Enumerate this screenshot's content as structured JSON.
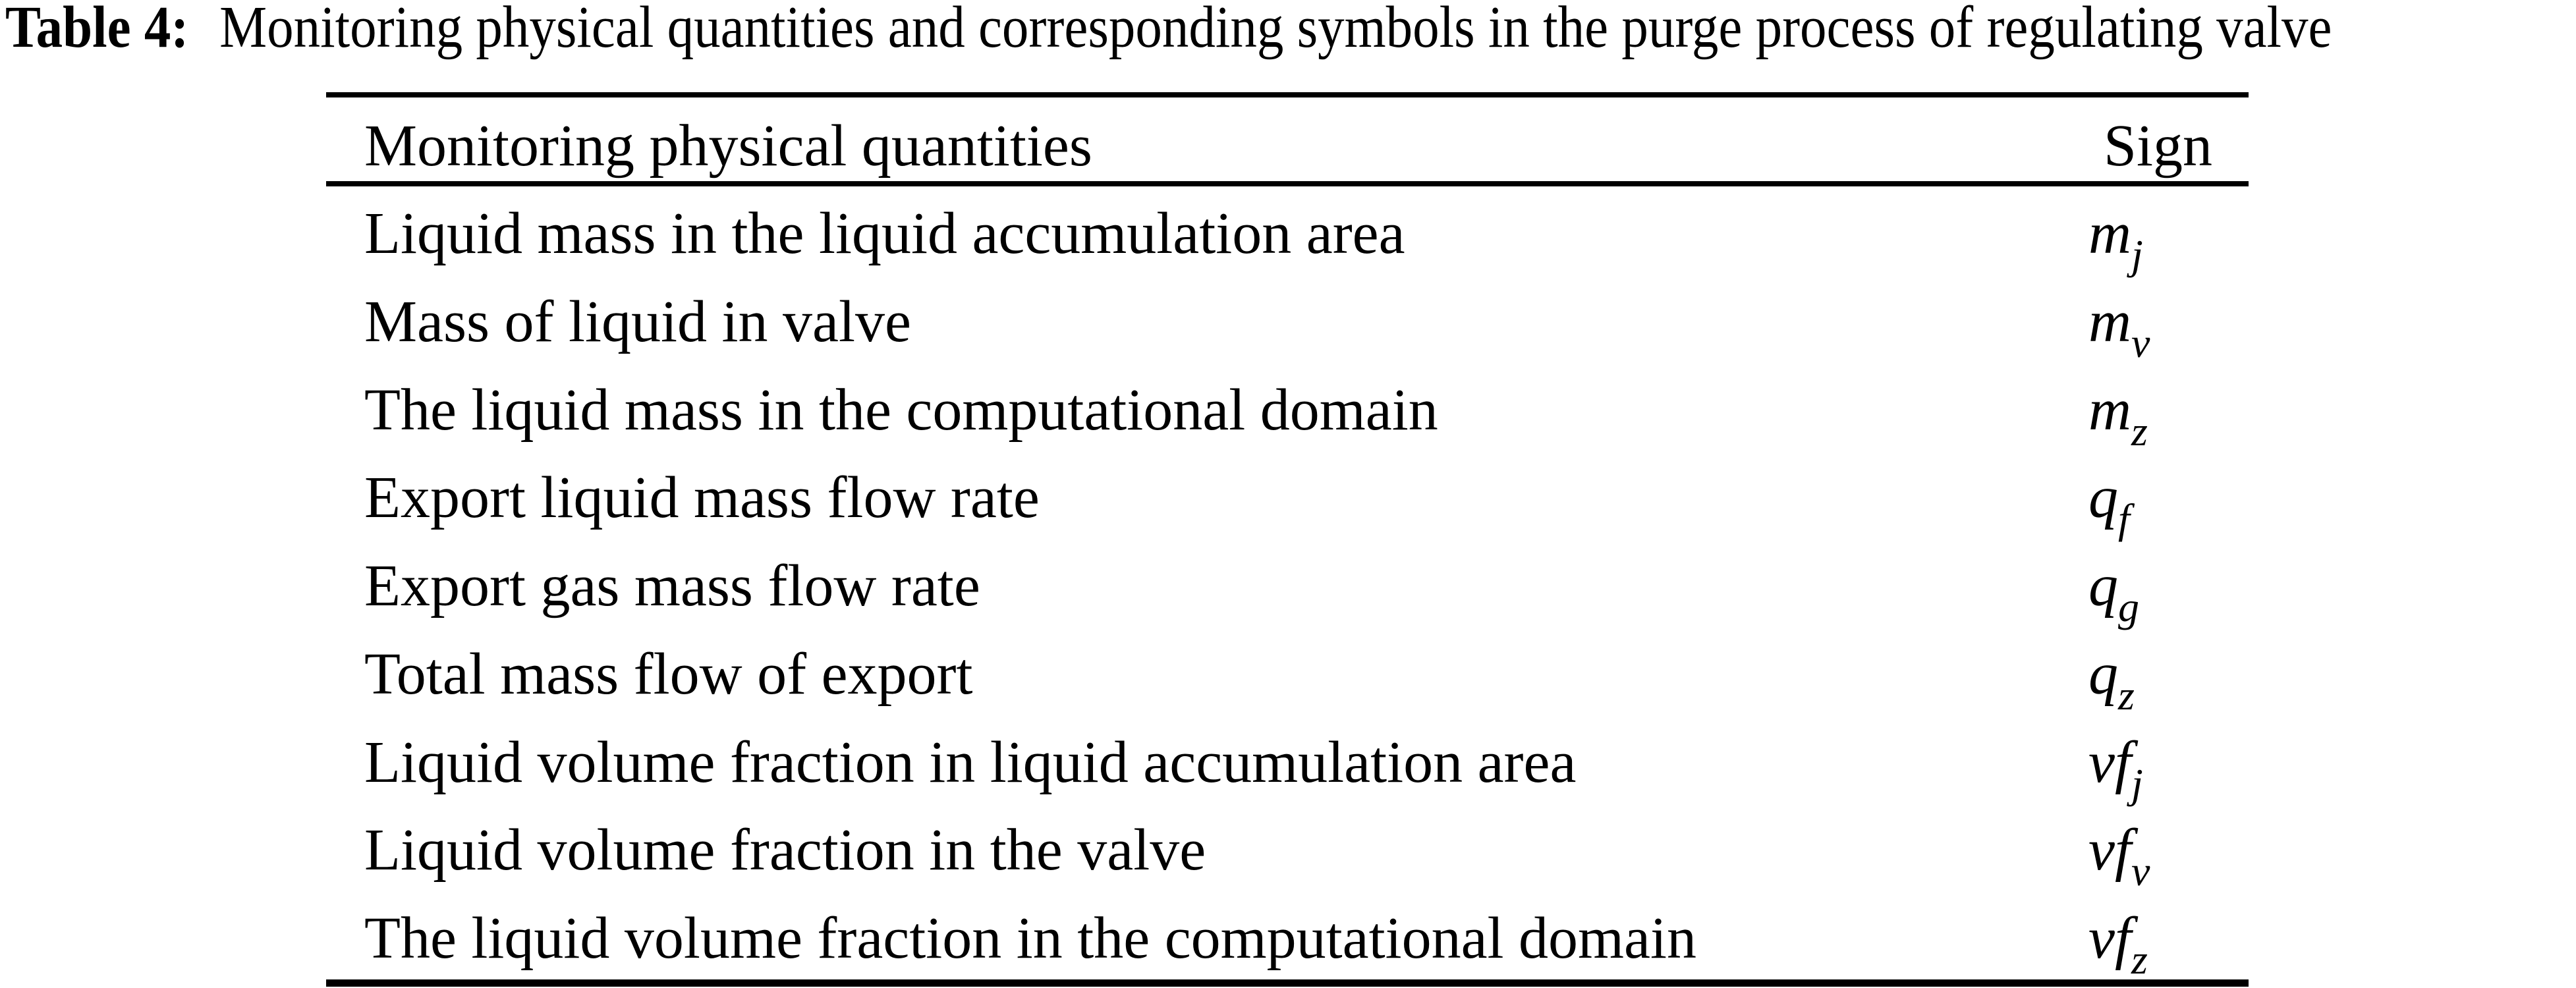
{
  "caption": {
    "label": "Table 4:",
    "text": "Monitoring physical quantities and corresponding symbols in the purge process of regulating valve"
  },
  "table": {
    "header": {
      "quantities": "Monitoring physical quantities",
      "sign": "Sign"
    },
    "rows": [
      {
        "quantity": "Liquid mass in the liquid accumulation area",
        "sign_base": "m",
        "sign_sub": "j"
      },
      {
        "quantity": "Mass of liquid in valve",
        "sign_base": "m",
        "sign_sub": "v"
      },
      {
        "quantity": "The liquid mass in the computational domain",
        "sign_base": "m",
        "sign_sub": "z"
      },
      {
        "quantity": "Export liquid mass flow rate",
        "sign_base": "q",
        "sign_sub": "f"
      },
      {
        "quantity": "Export gas mass flow rate",
        "sign_base": "q",
        "sign_sub": "g"
      },
      {
        "quantity": "Total mass flow of export",
        "sign_base": "q",
        "sign_sub": "z"
      },
      {
        "quantity": "Liquid volume fraction in liquid accumulation area",
        "sign_base": "vf",
        "sign_sub": "j"
      },
      {
        "quantity": "Liquid volume fraction in the valve",
        "sign_base": "vf",
        "sign_sub": "v"
      },
      {
        "quantity": "The liquid volume fraction in the computational domain",
        "sign_base": "vf",
        "sign_sub": "z"
      }
    ]
  },
  "colors": {
    "text": "#000000",
    "background": "#ffffff",
    "rule": "#000000"
  }
}
